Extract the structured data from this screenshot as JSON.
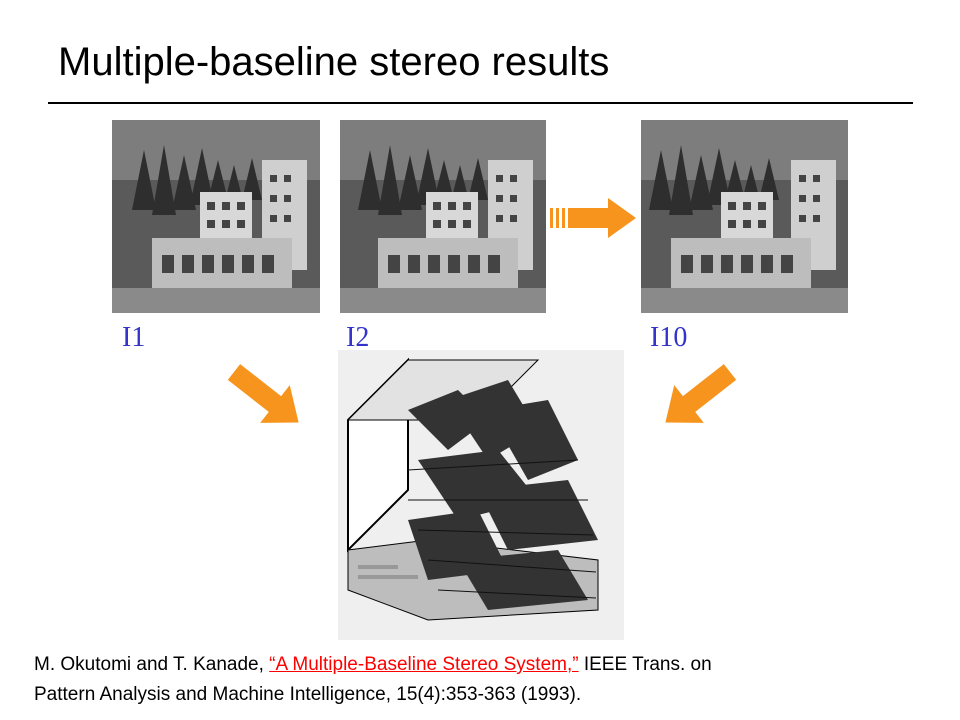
{
  "slide": {
    "title": "Multiple-baseline stereo results"
  },
  "images": [
    {
      "label": "I1"
    },
    {
      "label": "I2"
    },
    {
      "label": "I10"
    }
  ],
  "citation": {
    "authors": "M. Okutomi and T. Kanade, ",
    "paper_title": "“A Multiple-Baseline  Stereo System,”",
    "venue_line1": "  IEEE Trans. on",
    "venue_line2": "Pattern Analysis and Machine Intelligence,  15(4):353-363 (1993)."
  },
  "colors": {
    "label_blue": "#3333cc",
    "arrow_orange": "#f7941d",
    "link_red": "#ff0000"
  }
}
